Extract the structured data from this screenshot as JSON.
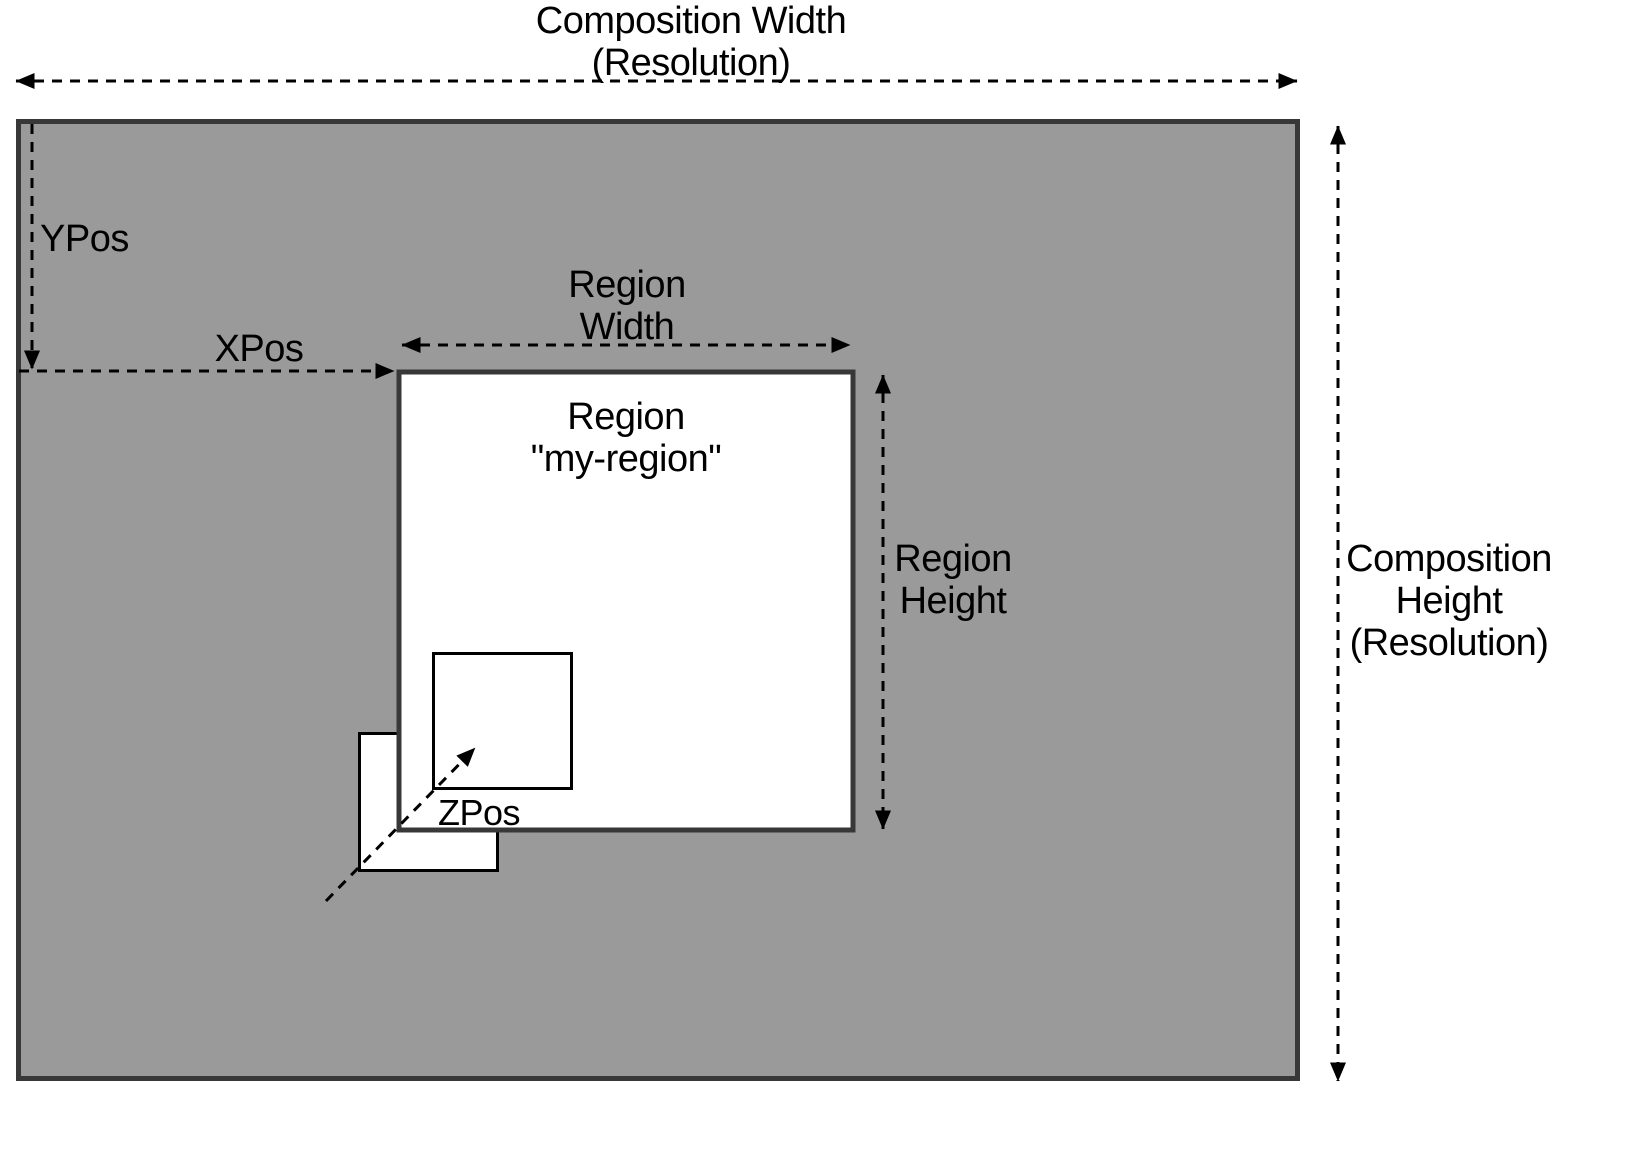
{
  "composition": {
    "width_label": "Composition Width\n(Resolution)",
    "height_label": "Composition\nHeight\n(Resolution)"
  },
  "region": {
    "name_label": "Region\n\"my-region\"",
    "width_label": "Region\nWidth",
    "height_label": "Region\nHeight"
  },
  "position_labels": {
    "x": "XPos",
    "y": "YPos",
    "z": "ZPos"
  },
  "colors": {
    "composition_fill": "#9a9a9a",
    "box_border": "#383838",
    "region_fill": "#ffffff",
    "line_color": "#000000"
  }
}
